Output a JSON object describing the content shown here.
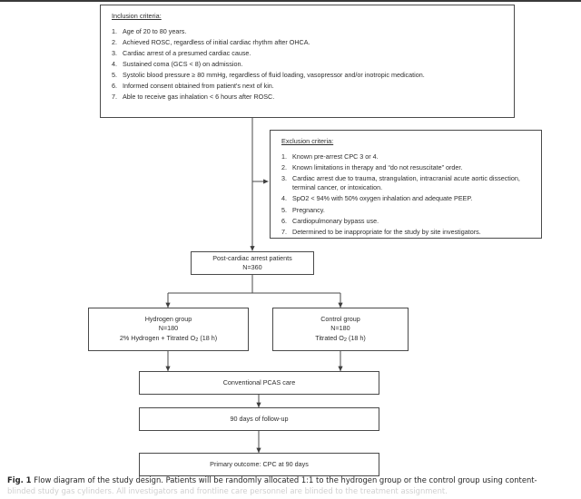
{
  "figure": {
    "inclusion": {
      "heading": "Inclusion criteria:",
      "items": [
        "Age of 20 to 80 years.",
        "Achieved ROSC, regardless of initial cardiac rhythm after OHCA.",
        "Cardiac arrest of a presumed cardiac cause.",
        "Sustained coma (GCS < 8) on admission.",
        "Systolic blood pressure ≥ 80 mmHg, regardless of fluid loading, vasopressor and/or inotropic medication.",
        "Informed consent obtained from patient's next of kin.",
        "Able to receive gas inhalation < 6 hours after ROSC."
      ]
    },
    "exclusion": {
      "heading": "Exclusion criteria:",
      "items": [
        "Known pre-arrest CPC 3 or 4.",
        "Known limitations in therapy and “do not resuscitate” order.",
        "Cardiac arrest due to trauma, strangulation, intracranial acute aortic dissection, terminal cancer, or intoxication.",
        "SpO2 < 94% with 50% oxygen inhalation and adequate PEEP.",
        "Pregnancy.",
        "Cardiopulmonary bypass use.",
        "Determined to be inappropriate for the study by site investigators."
      ]
    },
    "enrolled": {
      "line1": "Post-cardiac arrest patients",
      "line2": "N=360"
    },
    "hydrogen_group": {
      "line1": "Hydrogen group",
      "line2": "N=180",
      "line3_pre": "2% Hydrogen + Titrated O",
      "line3_sub": "2",
      "line3_post": " (18 h)"
    },
    "control_group": {
      "line1": "Control group",
      "line2": "N=180",
      "line3_pre": "Titrated O",
      "line3_sub": "2",
      "line3_post": " (18 h)"
    },
    "care": "Conventional PCAS care",
    "followup": "90 days of follow-up",
    "outcome": "Primary outcome: CPC at 90 days",
    "colors": {
      "box_border": "#4a4a4a",
      "connector": "#4a4a4a",
      "text": "#2e2e2e"
    }
  },
  "caption": {
    "label": "Fig. 1",
    "line1": "Flow diagram of the study design. Patients will be randomly allocated 1:1 to the hydrogen group or the control group using content-",
    "line2": "blinded study gas cylinders. All investigators and frontline care personnel are blinded to the treatment assignment."
  }
}
